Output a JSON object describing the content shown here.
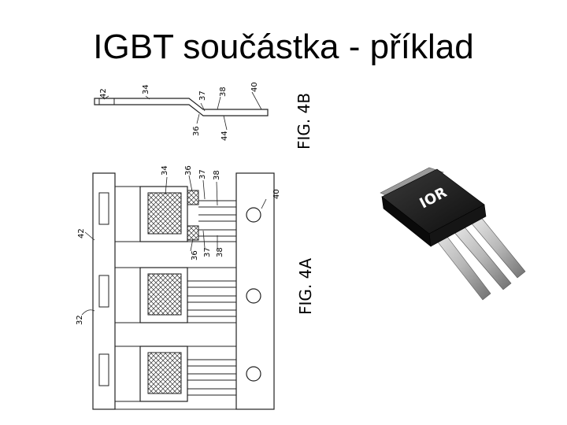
{
  "slide": {
    "title": "IGBT součástka - příklad"
  },
  "figure_4b": {
    "caption": "FIG. 4B",
    "refs": [
      "42",
      "34",
      "37",
      "38",
      "40",
      "36",
      "44"
    ]
  },
  "figure_4a": {
    "caption": "FIG. 4A",
    "refs": [
      "34",
      "36",
      "37",
      "38",
      "40",
      "42",
      "36",
      "37",
      "38",
      "32"
    ]
  },
  "photo": {
    "logo_text": "IOR",
    "body_color": "#1a1a1a",
    "lead_color": "#b8b8b8"
  }
}
